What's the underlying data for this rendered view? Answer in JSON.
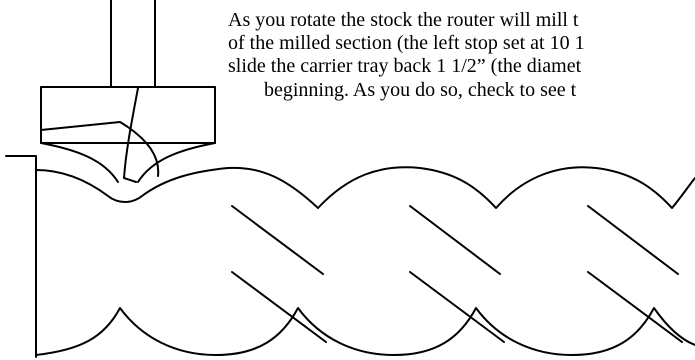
{
  "document": {
    "lines": [
      "As you rotate the stock the router will mill t",
      "of the milled section (the left stop set at 10 1",
      "slide the carrier tray back 1 1/2” (the diamet",
      "beginning.  As you do so, check to see t"
    ]
  },
  "figure": {
    "subject": "router-bit-milling-spiral-twist-stock",
    "line_color": "#000000"
  }
}
